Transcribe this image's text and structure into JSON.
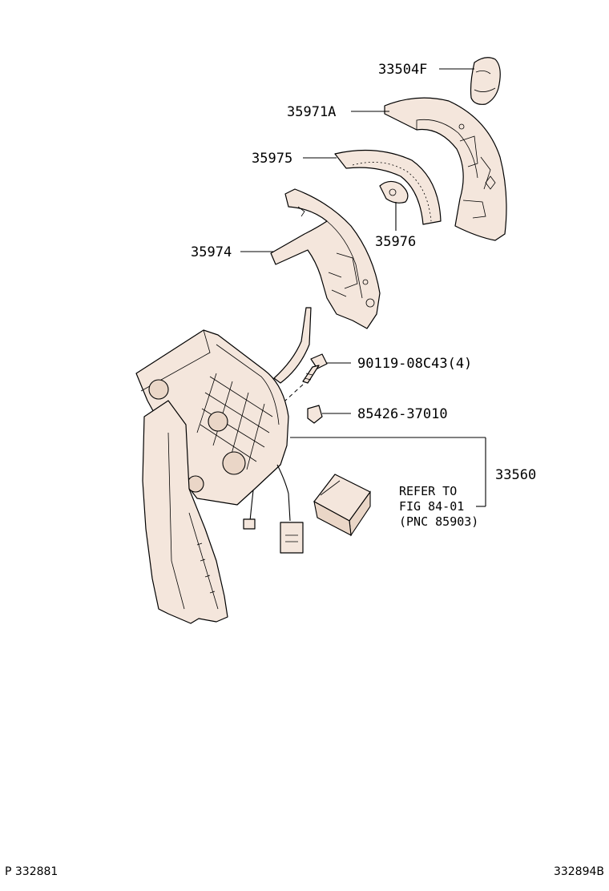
{
  "callouts": {
    "knob": "33504F",
    "upper_cover": "35971A",
    "indicator_plate": "35975",
    "lamp": "35976",
    "lower_cover": "35974",
    "bolt": "90119-08C43(4)",
    "clip": "85426-37010",
    "shift_lever_assy": "33560"
  },
  "reference_note": {
    "line1": "REFER TO",
    "line2": "FIG 84-01",
    "line3": "(PNC 85903)"
  },
  "footer": {
    "left": "P 332881",
    "right": "332894B"
  }
}
